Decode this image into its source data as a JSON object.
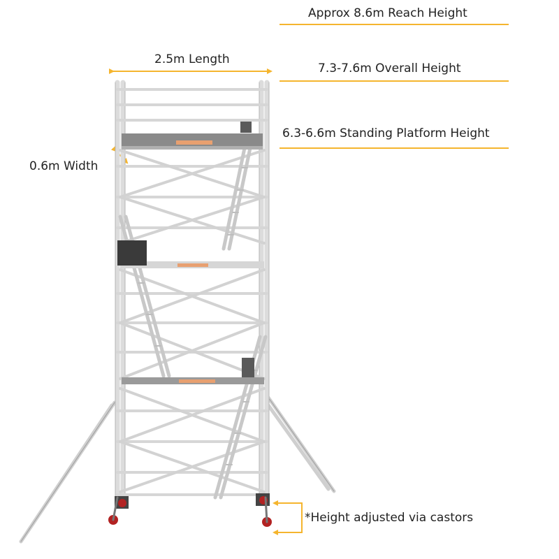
{
  "labels": {
    "reach_height": "Approx 8.6m Reach Height",
    "overall_height": "7.3-7.6m Overall Height",
    "platform_height": "6.3-6.6m Standing Platform Height",
    "length": "2.5m Length",
    "width": "0.6m Width",
    "castor_note": "*Height adjusted via castors"
  },
  "colors": {
    "accent": "#F5B52E",
    "frame": "#DCDCDC",
    "frame_edge": "#B5B5B5",
    "platform": "#8A8A8A",
    "castor_wheel": "#B22222",
    "text": "#222222"
  }
}
